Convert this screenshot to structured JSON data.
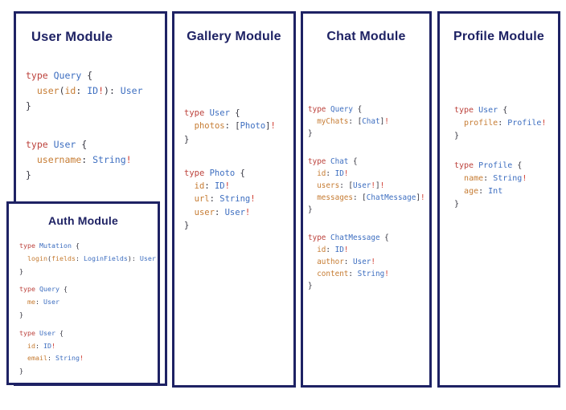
{
  "theme": {
    "navy": "#1e2264",
    "kw": "#bc423c",
    "type": "#3d6ec0",
    "field": "#c67c33",
    "punct": "#34343f",
    "bang": "#cf3a2e"
  },
  "panels": {
    "user": {
      "title": "User Module",
      "blocks": [
        [
          [
            [
              "k",
              "type "
            ],
            [
              "t",
              "Query"
            ],
            [
              "p",
              " {"
            ]
          ],
          [
            [
              "p",
              "  "
            ],
            [
              "f",
              "user"
            ],
            [
              "p",
              "("
            ],
            [
              "f",
              "id"
            ],
            [
              "p",
              ": "
            ],
            [
              "t",
              "ID"
            ],
            [
              "b",
              "!"
            ],
            [
              "p",
              "): "
            ],
            [
              "t",
              "User"
            ]
          ],
          [
            [
              "p",
              "}"
            ]
          ]
        ],
        [
          [
            [
              "k",
              "type "
            ],
            [
              "t",
              "User"
            ],
            [
              "p",
              " {"
            ]
          ],
          [
            [
              "p",
              "  "
            ],
            [
              "f",
              "username"
            ],
            [
              "p",
              ": "
            ],
            [
              "t",
              "String"
            ],
            [
              "b",
              "!"
            ]
          ],
          [
            [
              "p",
              "}"
            ]
          ]
        ]
      ]
    },
    "auth": {
      "title": "Auth Module",
      "blocks": [
        [
          [
            [
              "k",
              "type "
            ],
            [
              "t",
              "Mutation"
            ],
            [
              "p",
              " {"
            ]
          ],
          [
            [
              "p",
              "  "
            ],
            [
              "f",
              "login"
            ],
            [
              "p",
              "("
            ],
            [
              "f",
              "fields"
            ],
            [
              "p",
              ": "
            ],
            [
              "t",
              "LoginFields"
            ],
            [
              "p",
              "): "
            ],
            [
              "t",
              "User"
            ]
          ],
          [
            [
              "p",
              "}"
            ]
          ]
        ],
        [
          [
            [
              "k",
              "type "
            ],
            [
              "t",
              "Query"
            ],
            [
              "p",
              " {"
            ]
          ],
          [
            [
              "p",
              "  "
            ],
            [
              "f",
              "me"
            ],
            [
              "p",
              ": "
            ],
            [
              "t",
              "User"
            ]
          ],
          [
            [
              "p",
              "}"
            ]
          ]
        ],
        [
          [
            [
              "k",
              "type "
            ],
            [
              "t",
              "User"
            ],
            [
              "p",
              " {"
            ]
          ],
          [
            [
              "p",
              "  "
            ],
            [
              "f",
              "id"
            ],
            [
              "p",
              ": "
            ],
            [
              "t",
              "ID"
            ],
            [
              "b",
              "!"
            ]
          ],
          [
            [
              "p",
              "  "
            ],
            [
              "f",
              "email"
            ],
            [
              "p",
              ": "
            ],
            [
              "t",
              "String"
            ],
            [
              "b",
              "!"
            ]
          ],
          [
            [
              "p",
              "}"
            ]
          ]
        ]
      ]
    },
    "gallery": {
      "title": "Gallery Module",
      "blocks": [
        [
          [
            [
              "k",
              "type "
            ],
            [
              "t",
              "User"
            ],
            [
              "p",
              " {"
            ]
          ],
          [
            [
              "p",
              "  "
            ],
            [
              "f",
              "photos"
            ],
            [
              "p",
              ": ["
            ],
            [
              "t",
              "Photo"
            ],
            [
              "p",
              "]"
            ],
            [
              "b",
              "!"
            ]
          ],
          [
            [
              "p",
              "}"
            ]
          ]
        ],
        [
          [
            [
              "k",
              "type "
            ],
            [
              "t",
              "Photo"
            ],
            [
              "p",
              " {"
            ]
          ],
          [
            [
              "p",
              "  "
            ],
            [
              "f",
              "id"
            ],
            [
              "p",
              ": "
            ],
            [
              "t",
              "ID"
            ],
            [
              "b",
              "!"
            ]
          ],
          [
            [
              "p",
              "  "
            ],
            [
              "f",
              "url"
            ],
            [
              "p",
              ": "
            ],
            [
              "t",
              "String"
            ],
            [
              "b",
              "!"
            ]
          ],
          [
            [
              "p",
              "  "
            ],
            [
              "f",
              "user"
            ],
            [
              "p",
              ": "
            ],
            [
              "t",
              "User"
            ],
            [
              "b",
              "!"
            ]
          ],
          [
            [
              "p",
              "}"
            ]
          ]
        ]
      ]
    },
    "chat": {
      "title": "Chat Module",
      "blocks": [
        [
          [
            [
              "k",
              "type "
            ],
            [
              "t",
              "Query"
            ],
            [
              "p",
              " {"
            ]
          ],
          [
            [
              "p",
              "  "
            ],
            [
              "f",
              "myChats"
            ],
            [
              "p",
              ": ["
            ],
            [
              "t",
              "Chat"
            ],
            [
              "p",
              "]"
            ],
            [
              "b",
              "!"
            ]
          ],
          [
            [
              "p",
              "}"
            ]
          ]
        ],
        [
          [
            [
              "k",
              "type "
            ],
            [
              "t",
              "Chat"
            ],
            [
              "p",
              " {"
            ]
          ],
          [
            [
              "p",
              "  "
            ],
            [
              "f",
              "id"
            ],
            [
              "p",
              ": "
            ],
            [
              "t",
              "ID"
            ],
            [
              "b",
              "!"
            ]
          ],
          [
            [
              "p",
              "  "
            ],
            [
              "f",
              "users"
            ],
            [
              "p",
              ": ["
            ],
            [
              "t",
              "User"
            ],
            [
              "b",
              "!"
            ],
            [
              "p",
              "]"
            ],
            [
              "b",
              "!"
            ]
          ],
          [
            [
              "p",
              "  "
            ],
            [
              "f",
              "messages"
            ],
            [
              "p",
              ": ["
            ],
            [
              "t",
              "ChatMessage"
            ],
            [
              "p",
              "]"
            ],
            [
              "b",
              "!"
            ]
          ],
          [
            [
              "p",
              "}"
            ]
          ]
        ],
        [
          [
            [
              "k",
              "type "
            ],
            [
              "t",
              "ChatMessage"
            ],
            [
              "p",
              " {"
            ]
          ],
          [
            [
              "p",
              "  "
            ],
            [
              "f",
              "id"
            ],
            [
              "p",
              ": "
            ],
            [
              "t",
              "ID"
            ],
            [
              "b",
              "!"
            ]
          ],
          [
            [
              "p",
              "  "
            ],
            [
              "f",
              "author"
            ],
            [
              "p",
              ": "
            ],
            [
              "t",
              "User"
            ],
            [
              "b",
              "!"
            ]
          ],
          [
            [
              "p",
              "  "
            ],
            [
              "f",
              "content"
            ],
            [
              "p",
              ": "
            ],
            [
              "t",
              "String"
            ],
            [
              "b",
              "!"
            ]
          ],
          [
            [
              "p",
              "}"
            ]
          ]
        ]
      ]
    },
    "profile": {
      "title": "Profile Module",
      "blocks": [
        [
          [
            [
              "k",
              "type "
            ],
            [
              "t",
              "User"
            ],
            [
              "p",
              " {"
            ]
          ],
          [
            [
              "p",
              "  "
            ],
            [
              "f",
              "profile"
            ],
            [
              "p",
              ": "
            ],
            [
              "t",
              "Profile"
            ],
            [
              "b",
              "!"
            ]
          ],
          [
            [
              "p",
              "}"
            ]
          ]
        ],
        [
          [
            [
              "k",
              "type "
            ],
            [
              "t",
              "Profile"
            ],
            [
              "p",
              " {"
            ]
          ],
          [
            [
              "p",
              "  "
            ],
            [
              "f",
              "name"
            ],
            [
              "p",
              ": "
            ],
            [
              "t",
              "String"
            ],
            [
              "b",
              "!"
            ]
          ],
          [
            [
              "p",
              "  "
            ],
            [
              "f",
              "age"
            ],
            [
              "p",
              ": "
            ],
            [
              "t",
              "Int"
            ]
          ],
          [
            [
              "p",
              "}"
            ]
          ]
        ]
      ]
    }
  }
}
